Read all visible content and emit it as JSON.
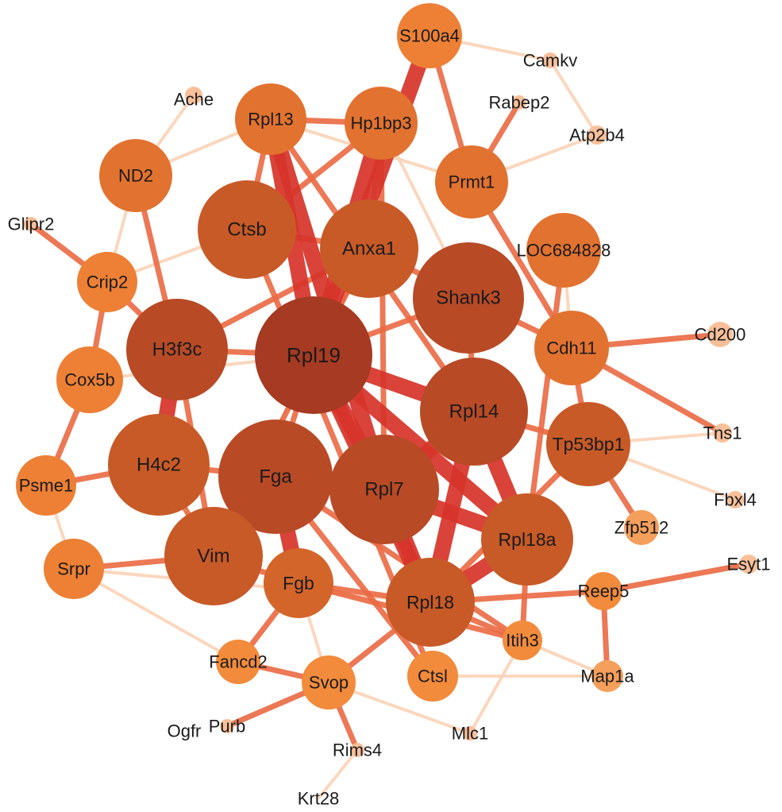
{
  "colors": {
    "background": "#ffffff",
    "node_large": "#a83c22",
    "node_mid": "#c85a26",
    "node_small": "#e97a34",
    "node_tiny": "#f7c9a6",
    "edge_strong": "#d7342a",
    "edge_mid": "#ea6a43",
    "edge_weak": "#fbd3b8",
    "label": "#1a1a1a"
  },
  "nodes": [
    {
      "id": "Rpl19",
      "label": "Rpl19",
      "degree": 9
    },
    {
      "id": "H3f3c",
      "label": "H3f3c",
      "degree": 8
    },
    {
      "id": "Shank3",
      "label": "Shank3",
      "degree": 8
    },
    {
      "id": "Rpl14",
      "label": "Rpl14",
      "degree": 8
    },
    {
      "id": "Rpl7",
      "label": "Rpl7",
      "degree": 8
    },
    {
      "id": "Fga",
      "label": "Fga",
      "degree": 8
    },
    {
      "id": "H4c2",
      "label": "H4c2",
      "degree": 7
    },
    {
      "id": "Vim",
      "label": "Vim",
      "degree": 7
    },
    {
      "id": "Anxa1",
      "label": "Anxa1",
      "degree": 7
    },
    {
      "id": "Ctsb",
      "label": "Ctsb",
      "degree": 7
    },
    {
      "id": "Tp53bp1",
      "label": "Tp53bp1",
      "degree": 7
    },
    {
      "id": "Rpl18a",
      "label": "Rpl18a",
      "degree": 7
    },
    {
      "id": "Rpl18",
      "label": "Rpl18",
      "degree": 7
    },
    {
      "id": "Fgb",
      "label": "Fgb",
      "degree": 6
    },
    {
      "id": "Cdh11",
      "label": "Cdh11",
      "degree": 5
    },
    {
      "id": "LOC684828",
      "label": "LOC684828",
      "degree": 5
    },
    {
      "id": "Prmt1",
      "label": "Prmt1",
      "degree": 5
    },
    {
      "id": "Hp1bp3",
      "label": "Hp1bp3",
      "degree": 5
    },
    {
      "id": "Rpl13",
      "label": "Rpl13",
      "degree": 5
    },
    {
      "id": "ND2",
      "label": "ND2",
      "degree": 5
    },
    {
      "id": "S100a4",
      "label": "S100a4",
      "degree": 4
    },
    {
      "id": "Crip2",
      "label": "Crip2",
      "degree": 4
    },
    {
      "id": "Cox5b",
      "label": "Cox5b",
      "degree": 4
    },
    {
      "id": "Psme1",
      "label": "Psme1",
      "degree": 4
    },
    {
      "id": "Srpr",
      "label": "Srpr",
      "degree": 4
    },
    {
      "id": "Fancd2",
      "label": "Fancd2",
      "degree": 3
    },
    {
      "id": "Svop",
      "label": "Svop",
      "degree": 3
    },
    {
      "id": "Ctsl",
      "label": "Ctsl",
      "degree": 3
    },
    {
      "id": "Itih3",
      "label": "Itih3",
      "degree": 3
    },
    {
      "id": "Reep5",
      "label": "Reep5",
      "degree": 3
    },
    {
      "id": "Zfp512",
      "label": "Zfp512",
      "degree": 2
    },
    {
      "id": "Map1a",
      "label": "Map1a",
      "degree": 2
    },
    {
      "id": "Esyt1",
      "label": "Esyt1",
      "degree": 1
    },
    {
      "id": "Tns1",
      "label": "Tns1",
      "degree": 1
    },
    {
      "id": "Fbxl4",
      "label": "Fbxl4",
      "degree": 1
    },
    {
      "id": "Cd200",
      "label": "Cd200",
      "degree": 1
    },
    {
      "id": "Atp2b4",
      "label": "Atp2b4",
      "degree": 1
    },
    {
      "id": "Camkv",
      "label": "Camkv",
      "degree": 1
    },
    {
      "id": "Rabep2",
      "label": "Rabep2",
      "degree": 1
    },
    {
      "id": "Ache",
      "label": "Ache",
      "degree": 1
    },
    {
      "id": "Glipr2",
      "label": "Glipr2",
      "degree": 1
    },
    {
      "id": "Purb",
      "label": "Purb",
      "degree": 1
    },
    {
      "id": "Ogfr",
      "label": "Ogfr",
      "degree": 0
    },
    {
      "id": "Rims4",
      "label": "Rims4",
      "degree": 1
    },
    {
      "id": "Krt28",
      "label": "Krt28",
      "degree": 1
    },
    {
      "id": "Mlc1",
      "label": "Mlc1",
      "degree": 1
    }
  ],
  "edges": [
    {
      "source": "Rpl19",
      "target": "Rpl13",
      "weight": 3
    },
    {
      "source": "Rpl19",
      "target": "Rpl7",
      "weight": 3
    },
    {
      "source": "Rpl19",
      "target": "Rpl14",
      "weight": 3
    },
    {
      "source": "Rpl19",
      "target": "Rpl18",
      "weight": 3
    },
    {
      "source": "Rpl19",
      "target": "Rpl18a",
      "weight": 3
    },
    {
      "source": "Rpl19",
      "target": "S100a4",
      "weight": 3
    },
    {
      "source": "Rpl19",
      "target": "Hp1bp3",
      "weight": 3
    },
    {
      "source": "Rpl19",
      "target": "H3f3c",
      "weight": 2
    },
    {
      "source": "Rpl19",
      "target": "Fga",
      "weight": 2
    },
    {
      "source": "Rpl19",
      "target": "Anxa1",
      "weight": 2
    },
    {
      "source": "Rpl19",
      "target": "Shank3",
      "weight": 2
    },
    {
      "source": "Rpl19",
      "target": "Cox5b",
      "weight": 1
    },
    {
      "source": "Rpl19",
      "target": "Vim",
      "weight": 1
    },
    {
      "source": "Rpl7",
      "target": "Rpl14",
      "weight": 3
    },
    {
      "source": "Rpl7",
      "target": "Rpl18",
      "weight": 3
    },
    {
      "source": "Rpl7",
      "target": "Rpl18a",
      "weight": 3
    },
    {
      "source": "Rpl7",
      "target": "Rpl13",
      "weight": 3
    },
    {
      "source": "Rpl14",
      "target": "Rpl18",
      "weight": 3
    },
    {
      "source": "Rpl14",
      "target": "Rpl18a",
      "weight": 3
    },
    {
      "source": "Rpl14",
      "target": "Rpl13",
      "weight": 2
    },
    {
      "source": "Rpl18",
      "target": "Rpl18a",
      "weight": 3
    },
    {
      "source": "Rpl18",
      "target": "Itih3",
      "weight": 2
    },
    {
      "source": "Rpl18",
      "target": "Tp53bp1",
      "weight": 2
    },
    {
      "source": "Fga",
      "target": "Fgb",
      "weight": 3
    },
    {
      "source": "Fga",
      "target": "Ctsl",
      "weight": 2
    },
    {
      "source": "Fga",
      "target": "Itih3",
      "weight": 2
    },
    {
      "source": "Fgb",
      "target": "Itih3",
      "weight": 2
    },
    {
      "source": "Fgb",
      "target": "Fancd2",
      "weight": 2
    },
    {
      "source": "H3f3c",
      "target": "H4c2",
      "weight": 3
    },
    {
      "source": "H3f3c",
      "target": "Vim",
      "weight": 2
    },
    {
      "source": "H3f3c",
      "target": "Crip2",
      "weight": 2
    },
    {
      "source": "H3f3c",
      "target": "ND2",
      "weight": 2
    },
    {
      "source": "H3f3c",
      "target": "Anxa1",
      "weight": 2
    },
    {
      "source": "H4c2",
      "target": "Vim",
      "weight": 2
    },
    {
      "source": "H4c2",
      "target": "Fga",
      "weight": 2
    },
    {
      "source": "Vim",
      "target": "Srpr",
      "weight": 2
    },
    {
      "source": "Vim",
      "target": "Fgb",
      "weight": 2
    },
    {
      "source": "Vim",
      "target": "Anxa1",
      "weight": 2
    },
    {
      "source": "Anxa1",
      "target": "Ctsb",
      "weight": 2
    },
    {
      "source": "Anxa1",
      "target": "Shank3",
      "weight": 2
    },
    {
      "source": "Anxa1",
      "target": "Hp1bp3",
      "weight": 2
    },
    {
      "source": "Ctsb",
      "target": "Rpl13",
      "weight": 2
    },
    {
      "source": "Ctsb",
      "target": "Ctsl",
      "weight": 2
    },
    {
      "source": "Shank3",
      "target": "Cdh11",
      "weight": 2
    },
    {
      "source": "Shank3",
      "target": "Rpl14",
      "weight": 2
    },
    {
      "source": "Tp53bp1",
      "target": "Cdh11",
      "weight": 2
    },
    {
      "source": "Tp53bp1",
      "target": "Zfp512",
      "weight": 2
    },
    {
      "source": "Tp53bp1",
      "target": "Rpl14",
      "weight": 2
    },
    {
      "source": "Prmt1",
      "target": "S100a4",
      "weight": 2
    },
    {
      "source": "Prmt1",
      "target": "Cdh11",
      "weight": 2
    },
    {
      "source": "Prmt1",
      "target": "Rpl13",
      "weight": 1
    },
    {
      "source": "Prmt1",
      "target": "Rabep2",
      "weight": 2
    },
    {
      "source": "LOC684828",
      "target": "Cdh11",
      "weight": 1
    },
    {
      "source": "LOC684828",
      "target": "Rpl18a",
      "weight": 2
    },
    {
      "source": "Cdh11",
      "target": "Tns1",
      "weight": 2
    },
    {
      "source": "Cdh11",
      "target": "Cd200",
      "weight": 2
    },
    {
      "source": "Crip2",
      "target": "Glipr2",
      "weight": 2
    },
    {
      "source": "Crip2",
      "target": "Cox5b",
      "weight": 2
    },
    {
      "source": "Crip2",
      "target": "ND2",
      "weight": 1
    },
    {
      "source": "ND2",
      "target": "Ache",
      "weight": 1
    },
    {
      "source": "ND2",
      "target": "Rpl13",
      "weight": 1
    },
    {
      "source": "Cox5b",
      "target": "Psme1",
      "weight": 2
    },
    {
      "source": "Psme1",
      "target": "Srpr",
      "weight": 1
    },
    {
      "source": "Psme1",
      "target": "H4c2",
      "weight": 2
    },
    {
      "source": "Srpr",
      "target": "Rpl18",
      "weight": 1
    },
    {
      "source": "Srpr",
      "target": "Fancd2",
      "weight": 1
    },
    {
      "source": "Svop",
      "target": "Purb",
      "weight": 2
    },
    {
      "source": "Svop",
      "target": "Rims4",
      "weight": 2
    },
    {
      "source": "Svop",
      "target": "Mlc1",
      "weight": 1
    },
    {
      "source": "Svop",
      "target": "Fancd2",
      "weight": 2
    },
    {
      "source": "Svop",
      "target": "Rpl18",
      "weight": 2
    },
    {
      "source": "Rims4",
      "target": "Krt28",
      "weight": 1
    },
    {
      "source": "Ctsl",
      "target": "Map1a",
      "weight": 1
    },
    {
      "source": "Reep5",
      "target": "Esyt1",
      "weight": 2
    },
    {
      "source": "Reep5",
      "target": "Map1a",
      "weight": 2
    },
    {
      "source": "Reep5",
      "target": "Rpl18",
      "weight": 2
    },
    {
      "source": "Itih3",
      "target": "Mlc1",
      "weight": 1
    },
    {
      "source": "Itih3",
      "target": "Map1a",
      "weight": 1
    },
    {
      "source": "S100a4",
      "target": "Camkv",
      "weight": 1
    },
    {
      "source": "Camkv",
      "target": "Atp2b4",
      "weight": 1
    },
    {
      "source": "Atp2b4",
      "target": "Prmt1",
      "weight": 1
    },
    {
      "source": "Tp53bp1",
      "target": "Fbxl4",
      "weight": 1
    },
    {
      "source": "Tp53bp1",
      "target": "Tns1",
      "weight": 1
    },
    {
      "source": "Hp1bp3",
      "target": "Rpl13",
      "weight": 2
    },
    {
      "source": "Hp1bp3",
      "target": "Rpl7",
      "weight": 2
    },
    {
      "source": "Hp1bp3",
      "target": "Ctsb",
      "weight": 2
    },
    {
      "source": "Fgb",
      "target": "Rpl18",
      "weight": 2
    },
    {
      "source": "Fgb",
      "target": "Svop",
      "weight": 1
    },
    {
      "source": "Rpl18a",
      "target": "Itih3",
      "weight": 2
    },
    {
      "source": "Shank3",
      "target": "Hp1bp3",
      "weight": 1
    },
    {
      "source": "Ctsb",
      "target": "Crip2",
      "weight": 1
    }
  ]
}
